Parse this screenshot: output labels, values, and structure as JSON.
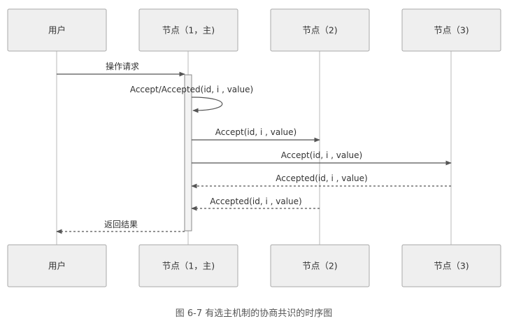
{
  "participants": [
    {
      "id": "user",
      "label": "用户"
    },
    {
      "id": "n1",
      "label": "节点（1，主)"
    },
    {
      "id": "n2",
      "label": "节点（2)"
    },
    {
      "id": "n3",
      "label": "节点（3)"
    }
  ],
  "messages": [
    {
      "id": "m1",
      "from": "user",
      "to": "n1",
      "label": "操作请求",
      "style": "solid"
    },
    {
      "id": "m2",
      "from": "n1",
      "to": "n1",
      "label": "Accept/Accepted(id, i , value)",
      "style": "self"
    },
    {
      "id": "m3",
      "from": "n1",
      "to": "n2",
      "label": "Accept(id, i , value)",
      "style": "solid"
    },
    {
      "id": "m4",
      "from": "n1",
      "to": "n3",
      "label": "Accept(id, i , value)",
      "style": "solid"
    },
    {
      "id": "m5",
      "from": "n3",
      "to": "n1",
      "label": "Accepted(id, i , value)",
      "style": "dashed"
    },
    {
      "id": "m6",
      "from": "n2",
      "to": "n1",
      "label": "Accepted(id, i , value)",
      "style": "dashed"
    },
    {
      "id": "m7",
      "from": "n1",
      "to": "user",
      "label": "返回结果",
      "style": "dashed"
    }
  ],
  "caption": "图 6-7 有选主机制的协商共识的时序图",
  "colors": {
    "box_fill": "#efefef",
    "box_stroke": "#a8a8a8",
    "line": "#555555",
    "lifeline": "#b8b8b8"
  }
}
